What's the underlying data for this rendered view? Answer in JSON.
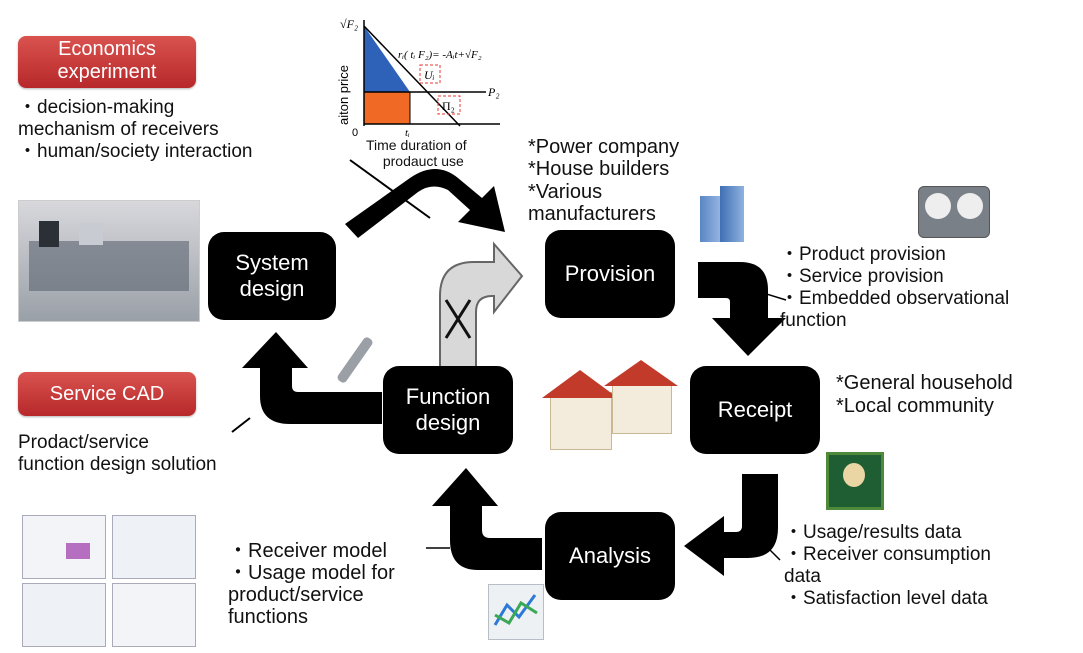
{
  "labels": {
    "economics_experiment": [
      "Economics",
      "experiment"
    ],
    "service_cad": "Service CAD"
  },
  "economics_notes": [
    "・decision-making",
    "mechanism of receivers",
    "・human/society  interaction"
  ],
  "cad_note": [
    "Prodact/service",
    "function design solution"
  ],
  "nodes": {
    "system_design": [
      "System",
      "design"
    ],
    "provision": "Provision",
    "receipt": "Receipt",
    "analysis": "Analysis",
    "function_design": [
      "Function",
      "design"
    ]
  },
  "providers": [
    "*Power company",
    "*House builders",
    "*Various",
    "manufacturers"
  ],
  "provision_items": [
    "・Product provision",
    "・Service provision",
    "・Embedded observational",
    "function"
  ],
  "receivers": [
    "*General household",
    "*Local community"
  ],
  "data_items": [
    "・Usage/results data",
    "・Receiver consumption",
    "data",
    "・Satisfaction level data"
  ],
  "model_items": [
    "・Receiver model",
    "・Usage model for",
    "product/service",
    "functions"
  ],
  "chart": {
    "ylabel": "aiton price",
    "xlabel": [
      "Time duration of",
      "prodauct use"
    ],
    "sqrtF2": "√F₂",
    "P2": "P₂",
    "formula": "rᵢ( tᵢ F₂)= -Aᵢt+√F₂",
    "U": "Uᵢ",
    "Pi": "Π₂",
    "origin": "0",
    "ti": "tᵢ"
  },
  "colors": {
    "node": "#000000",
    "red": "#c0392b",
    "blue": "#2e62b8",
    "orange": "#f06a26",
    "gray_arrow": "#d8d8d8"
  }
}
